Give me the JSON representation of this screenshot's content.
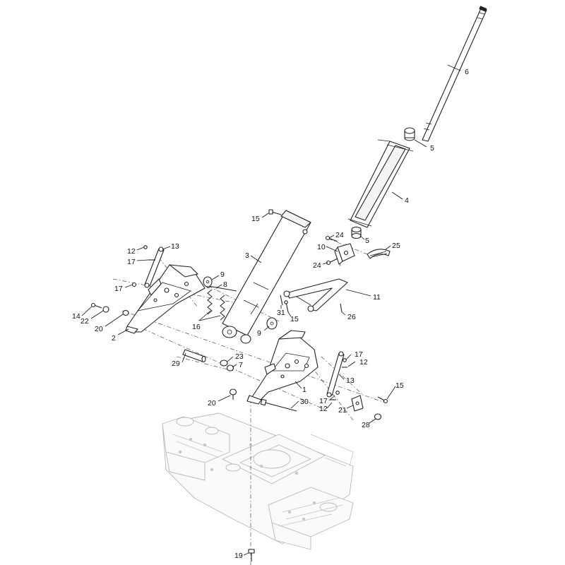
{
  "callouts": [
    {
      "id": "c6",
      "label": "6"
    },
    {
      "id": "c5a",
      "label": "5"
    },
    {
      "id": "c4",
      "label": "4"
    },
    {
      "id": "c15a",
      "label": "15"
    },
    {
      "id": "c24a",
      "label": "24"
    },
    {
      "id": "c5b",
      "label": "5"
    },
    {
      "id": "c25",
      "label": "25"
    },
    {
      "id": "c10",
      "label": "10"
    },
    {
      "id": "c24b",
      "label": "24"
    },
    {
      "id": "c3",
      "label": "3"
    },
    {
      "id": "c12a",
      "label": "12"
    },
    {
      "id": "c13a",
      "label": "13"
    },
    {
      "id": "c17a",
      "label": "17"
    },
    {
      "id": "c9a",
      "label": "9"
    },
    {
      "id": "c8",
      "label": "8"
    },
    {
      "id": "c17b",
      "label": "17"
    },
    {
      "id": "c11",
      "label": "11"
    },
    {
      "id": "c14",
      "label": "14"
    },
    {
      "id": "c22",
      "label": "22"
    },
    {
      "id": "c31",
      "label": "31"
    },
    {
      "id": "c15b",
      "label": "15"
    },
    {
      "id": "c26",
      "label": "26"
    },
    {
      "id": "c16",
      "label": "16"
    },
    {
      "id": "c20a",
      "label": "20"
    },
    {
      "id": "c9b",
      "label": "9"
    },
    {
      "id": "c2",
      "label": "2"
    },
    {
      "id": "c17c",
      "label": "17"
    },
    {
      "id": "c12b",
      "label": "12"
    },
    {
      "id": "c23",
      "label": "23"
    },
    {
      "id": "c29",
      "label": "29"
    },
    {
      "id": "c7",
      "label": "7"
    },
    {
      "id": "c13b",
      "label": "13"
    },
    {
      "id": "c1",
      "label": "1"
    },
    {
      "id": "c15c",
      "label": "15"
    },
    {
      "id": "c20b",
      "label": "20"
    },
    {
      "id": "c30",
      "label": "30"
    },
    {
      "id": "c17d",
      "label": "17"
    },
    {
      "id": "c12c",
      "label": "12"
    },
    {
      "id": "c21",
      "label": "21"
    },
    {
      "id": "c28",
      "label": "28"
    },
    {
      "id": "c19",
      "label": "19"
    }
  ]
}
